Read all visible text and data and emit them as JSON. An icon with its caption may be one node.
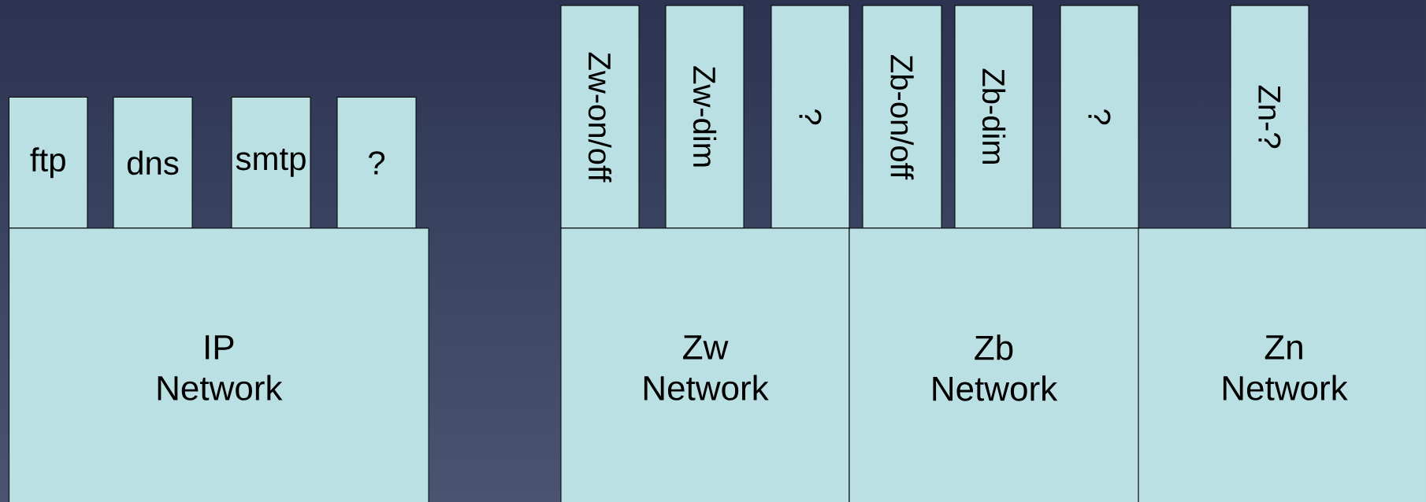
{
  "diagram": {
    "nodes": [
      {
        "text": [
          "ftp"
        ]
      },
      {
        "text": [
          "dns"
        ]
      },
      {
        "text": [
          "smtp"
        ]
      },
      {
        "text": [
          "?"
        ]
      },
      {
        "text": [
          "IP Network"
        ]
      },
      {
        "text": [
          "Zw-on/off"
        ]
      },
      {
        "text": [
          "Zw-dim"
        ]
      },
      {
        "text": [
          "?"
        ]
      },
      {
        "text": [
          "Zb-on/off"
        ]
      },
      {
        "text": [
          "Zb-dim"
        ]
      },
      {
        "text": [
          "?"
        ]
      },
      {
        "text": [
          "Zn-?"
        ]
      },
      {
        "text": [
          "Zw Network"
        ]
      },
      {
        "text": [
          "Zb Network"
        ]
      },
      {
        "text": [
          "Zn Network"
        ]
      }
    ]
  }
}
